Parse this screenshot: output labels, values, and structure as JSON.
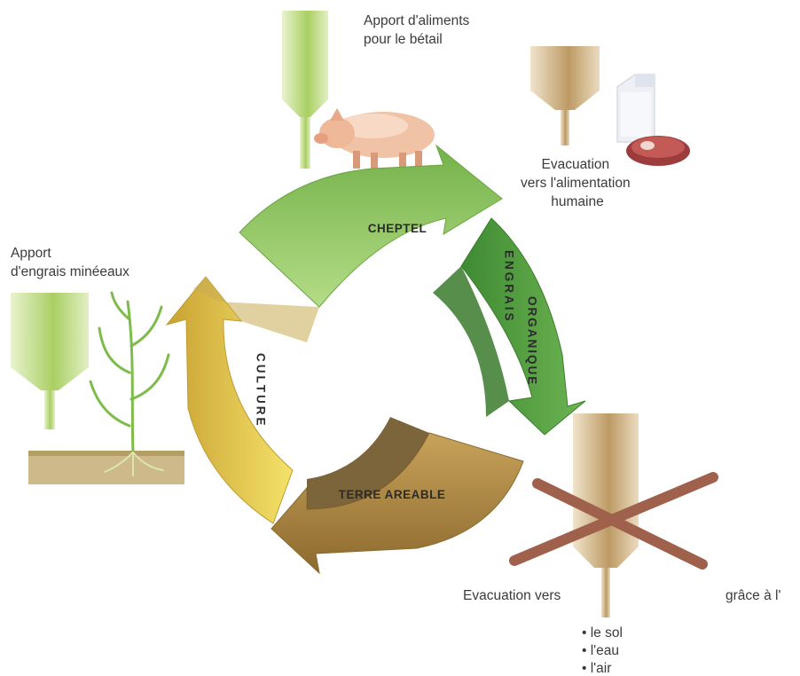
{
  "labels": {
    "feed_input": [
      "Apport d'aliments",
      "pour le bétail"
    ],
    "fertilizer_input": [
      "Apport",
      "d'engrais minéeaux"
    ],
    "food_output": [
      "Evacuation",
      "vers l'alimentation",
      "humaine"
    ],
    "evacuation_left": "Evacuation vers",
    "evacuation_right": "grâce à l'",
    "evacuation_targets": [
      "• le sol",
      "• l'eau",
      "• l'air"
    ]
  },
  "segments": {
    "cheptel": "CHEPTEL",
    "engrais": "ENGRAIS",
    "organique": "ORGANIQUE",
    "culture": "CULTURE",
    "terre": "TERRE AREABLE"
  },
  "colors": {
    "cheptel": "#8cc663",
    "engrais": "#4f9a3c",
    "culture": "#e9cf48",
    "terre": "#a88a42",
    "pipe_green": "#b7d67a",
    "pipe_brown": "#c7a874",
    "cross": "#a0614c",
    "soil": "#cdb98a"
  }
}
